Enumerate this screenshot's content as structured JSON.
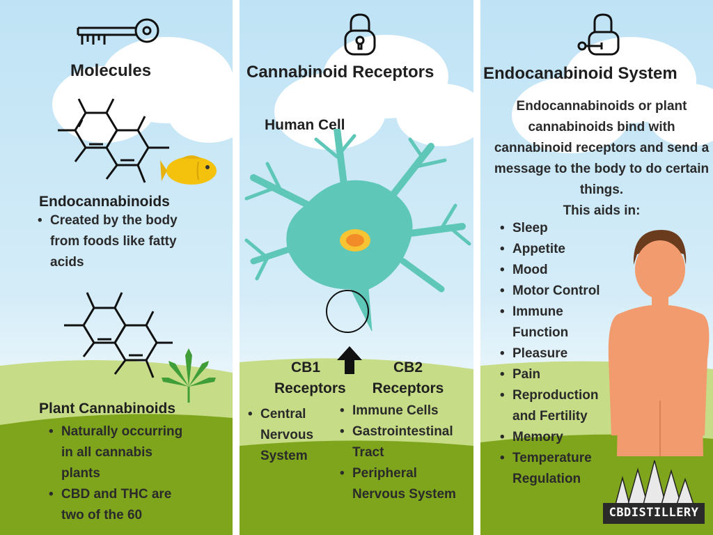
{
  "molecules": {
    "title": "Molecules",
    "endo_heading": "Endocannabinoids",
    "endo_items": [
      "Created by the body from foods like fatty acids"
    ],
    "plant_heading": "Plant Cannabinoids",
    "plant_items": [
      "Naturally occurring in all cannabis plants",
      "CBD and THC are two of the 60"
    ]
  },
  "receptors": {
    "title": "Cannabinoid Receptors",
    "cell_label": "Human Cell",
    "cb1_label": "CB1 Receptors",
    "cb1_items": [
      "Central Nervous System"
    ],
    "cb2_label": "CB2 Receptors",
    "cb2_items": [
      "Immune Cells",
      "Gastrointestinal Tract",
      "Peripheral Nervous System"
    ]
  },
  "ecs": {
    "title": "Endocanabinoid System",
    "description": "Endocannabinoids or plant cannabinoids bind with cannabinoid receptors and send a message to the body to do certain things.",
    "aids_label": "This aids in:",
    "aids_items": [
      "Sleep",
      "Appetite",
      "Mood",
      "Motor Control",
      "Immune Function",
      "Pleasure",
      "Pain",
      "Reproduction and Fertility",
      "Memory",
      "Temperature Regulation"
    ]
  },
  "logo": {
    "text": "CBDISTILLERY"
  },
  "colors": {
    "sky": "#c8e7f6",
    "grass_dark": "#7fa51c",
    "grass_light": "#c6dc86",
    "cell": "#5ec7b8",
    "skin": "#f29b6e",
    "hair": "#6b3b1e",
    "fish": "#f4c20d"
  },
  "icons": [
    "key-icon",
    "padlock-icon",
    "unlocked-padlock-icon",
    "arrow-up-icon",
    "fish-icon",
    "cannabis-leaf-icon"
  ]
}
